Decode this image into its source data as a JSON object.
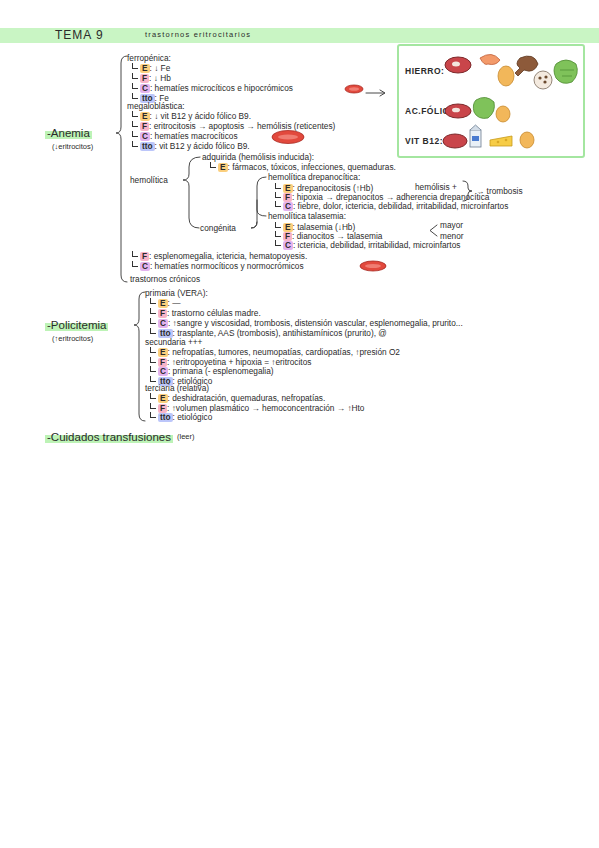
{
  "diagram": {
    "nodes": [
      {
        "text": [
          "TEMA 9",
          "trastornos eritrocitarios"
        ]
      },
      {
        "text": [
          "HIERRO:",
          "AC.FÓLICO:",
          "VIT B12:"
        ]
      }
    ],
    "labels": [
      "-Anemia",
      "(↓eritrocitos)",
      "ferropénica:",
      "E",
      ": ↓ Fe",
      "F",
      ": ↓ Hb",
      "C",
      ": hematíes microcíticos e hipocrómicos",
      "tto",
      ": Fe",
      "megaloblástica:",
      "E",
      ": ↓ vit B12 y ácido fólico B9.",
      "F",
      ": eritrocitosis → apoptosis → hemólisis (reticentes)",
      "C",
      ": hematíes macrocíticos",
      "tto",
      ": vit B12 y ácido fólico B9.",
      "adquirida (hemólisis inducida):",
      "E",
      ": fármacos, tóxicos, infecciones, quemaduras.",
      "hemolítica",
      "hemolítica drepanocítica:",
      "E",
      ": drepanocitosis (↑Hb)",
      "hemólisis +",
      "→ trombosis",
      "F",
      ": hipoxia → drepanocitos → adherencia drepanocítica",
      "C",
      ": fiebre, dolor, ictericia, debilidad, irritabilidad, microinfartos",
      "hemolítica talasemia:",
      "congénita",
      "E",
      ": talasemia (↓Hb)",
      "mayor",
      "F",
      ": dianocitos → talasemia",
      "menor",
      "C",
      ": ictericia, debilidad, irritabilidad, microinfartos",
      "F",
      ": esplenomegalia, ictericia, hematopoyesis.",
      "C",
      ": hematíes normocíticos y normocrómicos",
      "trastornos crónicos",
      "-Policitemia",
      "(↑eritrocitos)",
      "primaria (VERA):",
      "E",
      ": —",
      "F",
      ": trastorno células madre.",
      "C",
      ": ↑sangre y viscosidad, trombosis, distensión vascular, esplenomegalia, prurito...",
      "tto",
      ": trasplante, AAS (trombosis), antihistamínicos (prurito), @",
      "secundaria +++",
      "E",
      ": nefropatías, tumores, neumopatías, cardiopatías, ↑presión O2",
      "F",
      ": ↑eritropoyetina + hipoxia = ↑eritrocitos",
      "C",
      ": primaria (- esplenomegalia)",
      "tto",
      ": etiológico",
      "terciaria (relativa)",
      "E",
      ": deshidratación, quemaduras, nefropatías.",
      "F",
      ": ↑volumen plasmático → hemoconcentración → ↑Hto",
      "tto",
      ": etiológico",
      "-Cuidados transfusiones",
      "(leer)"
    ]
  }
}
